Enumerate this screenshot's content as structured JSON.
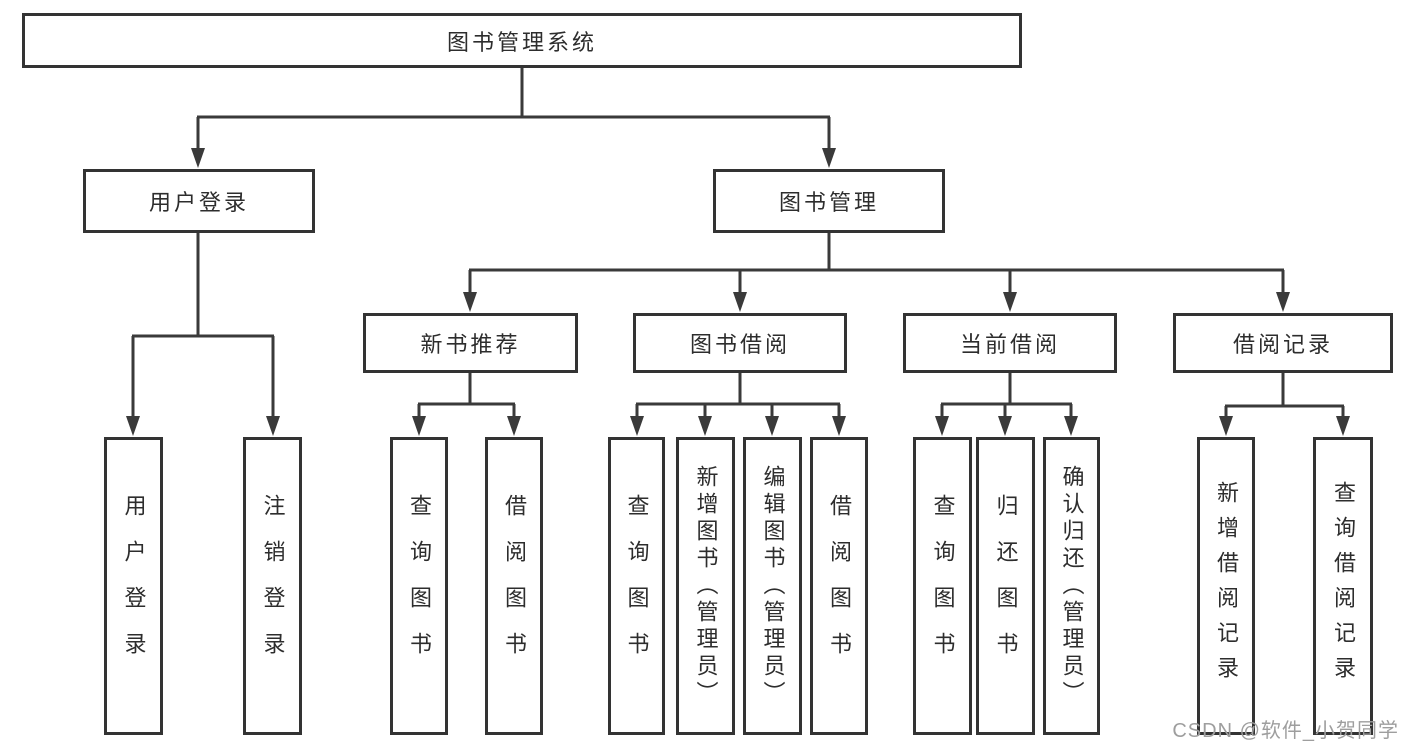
{
  "nodes": {
    "root": {
      "label": "图书管理系统"
    },
    "level2": [
      {
        "label": "用户登录"
      },
      {
        "label": "图书管理"
      }
    ],
    "level3": [
      {
        "label": "新书推荐"
      },
      {
        "label": "图书借阅"
      },
      {
        "label": "当前借阅"
      },
      {
        "label": "借阅记录"
      }
    ],
    "leaves": [
      {
        "label": "用户登录"
      },
      {
        "label": "注销登录"
      },
      {
        "label": "查询图书"
      },
      {
        "label": "借阅图书"
      },
      {
        "label": "查询图书"
      },
      {
        "label": "新增图书（管理员）"
      },
      {
        "label": "编辑图书（管理员）"
      },
      {
        "label": "借阅图书"
      },
      {
        "label": "查询图书"
      },
      {
        "label": "归还图书"
      },
      {
        "label": "确认归还（管理员）"
      },
      {
        "label": "新增借阅记录"
      },
      {
        "label": "查询借阅记录"
      }
    ]
  },
  "watermark": "CSDN @软件_小贺同学",
  "colors": {
    "line": "#3a3a3a",
    "box_border": "#333333",
    "text": "#2d2d2d",
    "watermark": "#9e9e9e",
    "background": "#ffffff"
  }
}
